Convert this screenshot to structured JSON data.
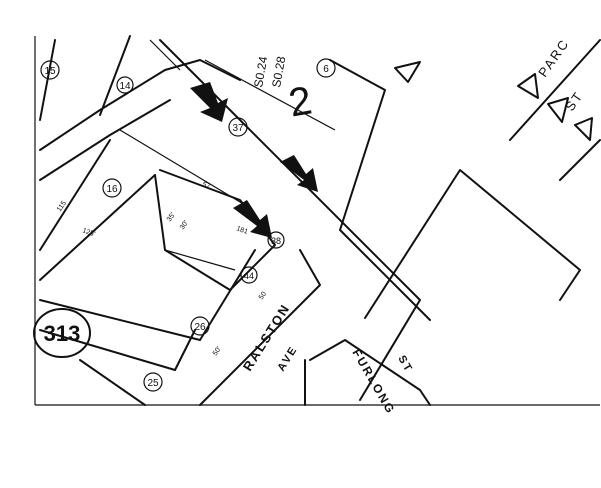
{
  "map": {
    "book_page": "313",
    "streets": [
      {
        "id": "ralston",
        "name": "RALSTON",
        "suffix": "AVE"
      },
      {
        "id": "furlong",
        "name": "FURLONG",
        "suffix": "ST"
      },
      {
        "id": "parc",
        "name": "PARC"
      },
      {
        "id": "partial-st",
        "name": "ST"
      }
    ],
    "parcels": [
      "15",
      "14",
      "16",
      "26",
      "25",
      "6",
      "37",
      "38",
      "44",
      "2"
    ],
    "right_of_way_marks": [
      "S0.28",
      "S0.24"
    ],
    "dimension_labels": [
      "50",
      "50'",
      "35'",
      "30'",
      "181",
      "115",
      "125'",
      "57"
    ],
    "arrow_count": 3
  }
}
